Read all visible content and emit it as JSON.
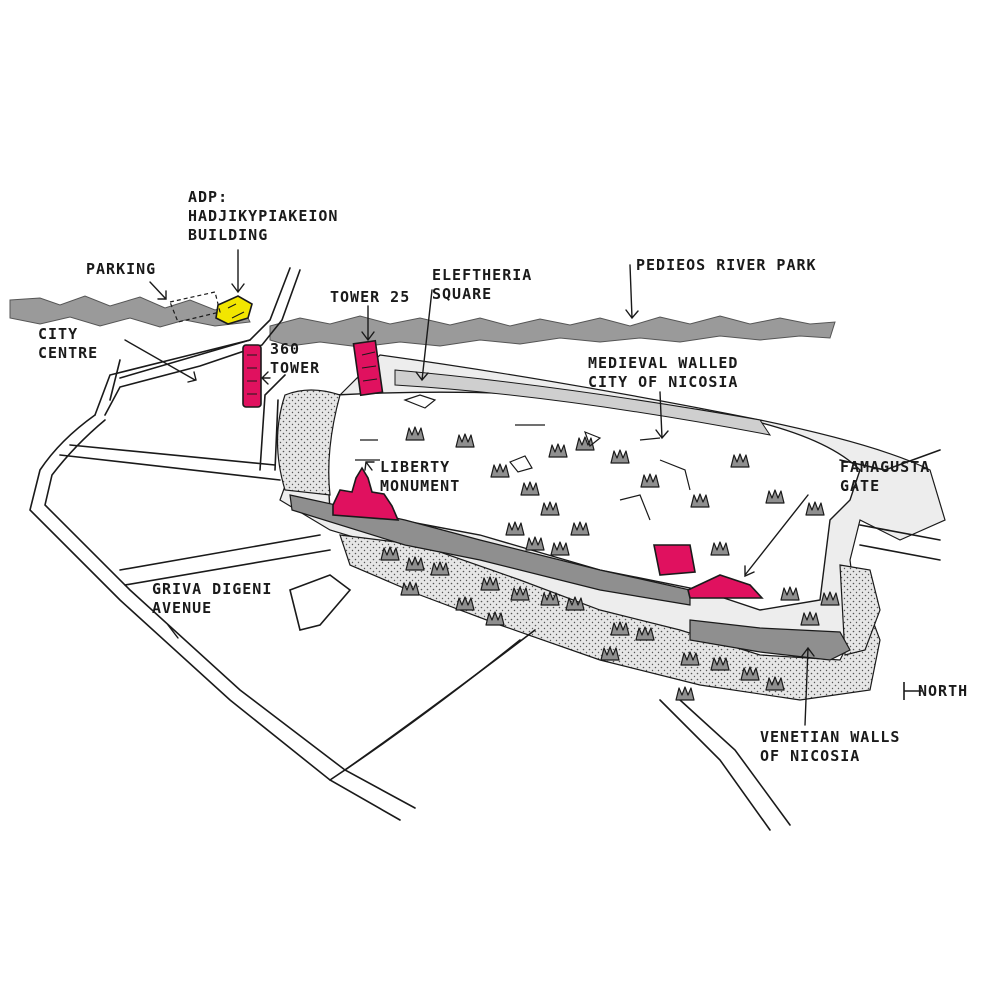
{
  "colors": {
    "ink": "#1a1a1a",
    "landmark": "#e0115f",
    "project": "#f2e600",
    "wall": "#8f8f8f",
    "moat": "#e8e8e8",
    "river": "#9a9a9a"
  },
  "labels": {
    "adp_title": "ADP:",
    "adp_building_line1": "HADJIKYPIAKEION",
    "adp_building_line2": "BUILDING",
    "parking": "PARKING",
    "city_centre_line1": "CITY",
    "city_centre_line2": "CENTRE",
    "tower25": "TOWER 25",
    "tower360_line1": "360",
    "tower360_line2": "TOWER",
    "eleftheria_line1": "ELEFTHERIA",
    "eleftheria_line2": "SQUARE",
    "river_park": "PEDIEOS RIVER PARK",
    "walled_city_line1": "MEDIEVAL WALLED",
    "walled_city_line2": "CITY OF NICOSIA",
    "liberty_line1": "LIBERTY",
    "liberty_line2": "MONUMENT",
    "famagusta_line1": "FAMAGUSTA",
    "famagusta_line2": "GATE",
    "griva_line1": "GRIVA DIGENI",
    "griva_line2": "AVENUE",
    "north": "NORTH",
    "venetian_line1": "VENETIAN WALLS",
    "venetian_line2": "OF NICOSIA"
  },
  "icons": {
    "north": "north-arrow-icon",
    "tree": "tree-icon"
  }
}
